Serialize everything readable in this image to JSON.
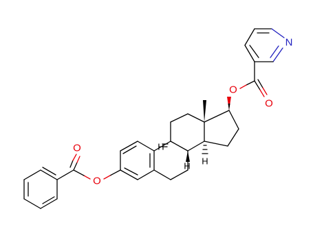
{
  "molecule": {
    "atoms": {
      "nitrogen": {
        "symbol": "N",
        "color": "#1f1fbf"
      },
      "oxygen_ester_17": {
        "symbol": "O",
        "color": "#e8000b"
      },
      "oxygen_carbonyl_17": {
        "symbol": "O",
        "color": "#e8000b"
      },
      "oxygen_carbonyl_3": {
        "symbol": "O",
        "color": "#e8000b"
      },
      "oxygen_ester_3": {
        "symbol": "O",
        "color": "#e8000b"
      }
    },
    "stereo_hydrogens": {
      "h9": "H",
      "h8": "H",
      "h14": "H"
    },
    "bond_color": "#000000"
  }
}
